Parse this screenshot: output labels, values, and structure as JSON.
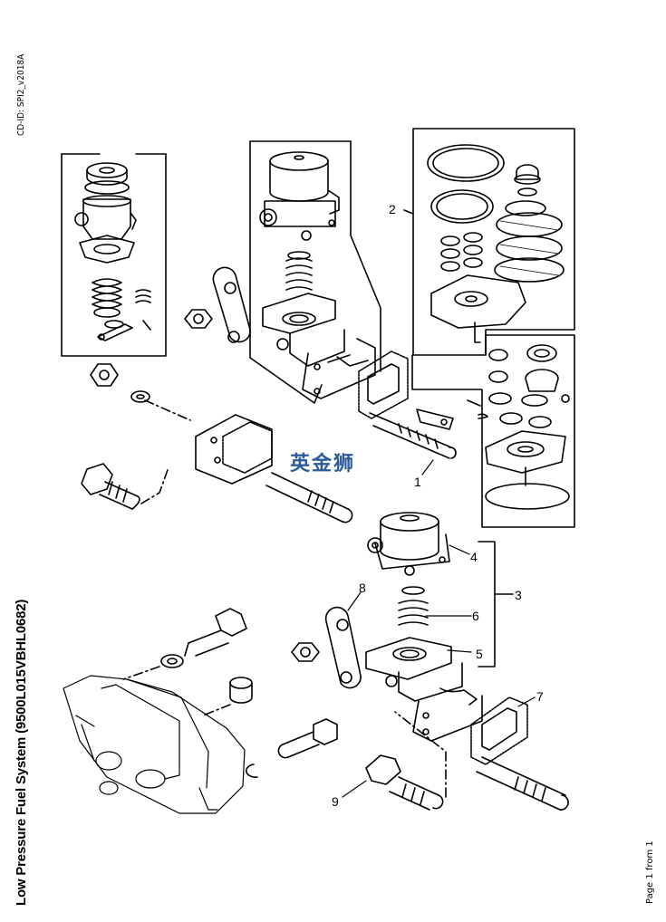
{
  "header": {
    "cd_id": "CD-ID: SPI2_v2018A"
  },
  "document": {
    "title": "Low Pressure Fuel System (9500L015VBHL0682)",
    "page_label": "Page 1 from 1"
  },
  "watermark": "英金狮",
  "callouts": [
    "1",
    "2",
    "3",
    "4",
    "5",
    "6",
    "7",
    "8",
    "9"
  ]
}
